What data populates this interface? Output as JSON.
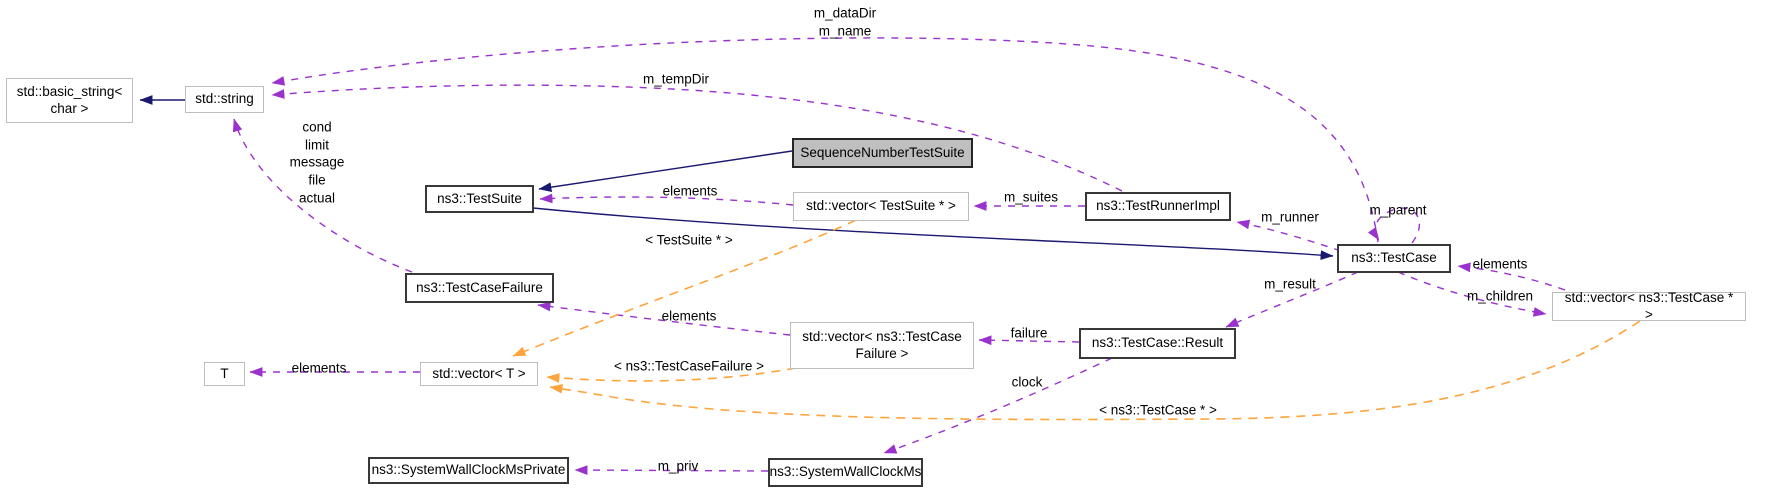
{
  "colors": {
    "inheritance_edge": "#191970",
    "usage_edge": "#9a32cd",
    "template_edge": "#ffa33c",
    "node_fill": "#ffffff",
    "highlight_node_fill": "#bfbfbf",
    "node_border_dark": "#383838",
    "node_border_light": "#bdbdbd",
    "text": "#000000"
  },
  "nodes": {
    "basic_string": {
      "label": "std::basic_string< char >"
    },
    "string": {
      "label": "std::string"
    },
    "seq_suite": {
      "label": "SequenceNumberTestSuite"
    },
    "test_suite": {
      "label": "ns3::TestSuite"
    },
    "vec_suite": {
      "label": "std::vector< TestSuite * >"
    },
    "runner": {
      "label": "ns3::TestRunnerImpl"
    },
    "test_case": {
      "label": "ns3::TestCase"
    },
    "vec_case": {
      "label": "std::vector< ns3::TestCase * >"
    },
    "case_failure": {
      "label": "ns3::TestCaseFailure"
    },
    "vec_failure": {
      "label": "std::vector< ns3::TestCase Failure >"
    },
    "result": {
      "label": "ns3::TestCase::Result"
    },
    "T": {
      "label": "T"
    },
    "vec_T": {
      "label": "std::vector< T >"
    },
    "clock_priv": {
      "label": "ns3::SystemWallClockMsPrivate"
    },
    "clock_ms": {
      "label": "ns3::SystemWallClockMs"
    }
  },
  "edge_labels": {
    "m_dataDir": "m_dataDir",
    "m_name": "m_name",
    "m_tempDir": "m_tempDir",
    "cond": "cond",
    "limit": "limit",
    "message": "message",
    "file": "file",
    "actual": "actual",
    "elements_suite": "elements",
    "m_suites": "m_suites",
    "m_runner": "m_runner",
    "m_parent": "m_parent",
    "elements_case": "elements",
    "m_children": "m_children",
    "m_result": "m_result",
    "failure": "failure",
    "clock": "clock",
    "elements_failure": "elements",
    "elements_T": "elements",
    "m_priv": "m_priv",
    "template_arg_suite": "< TestSuite * >",
    "template_arg_failure": "< ns3::TestCaseFailure >",
    "template_arg_case": "< ns3::TestCase * >"
  }
}
